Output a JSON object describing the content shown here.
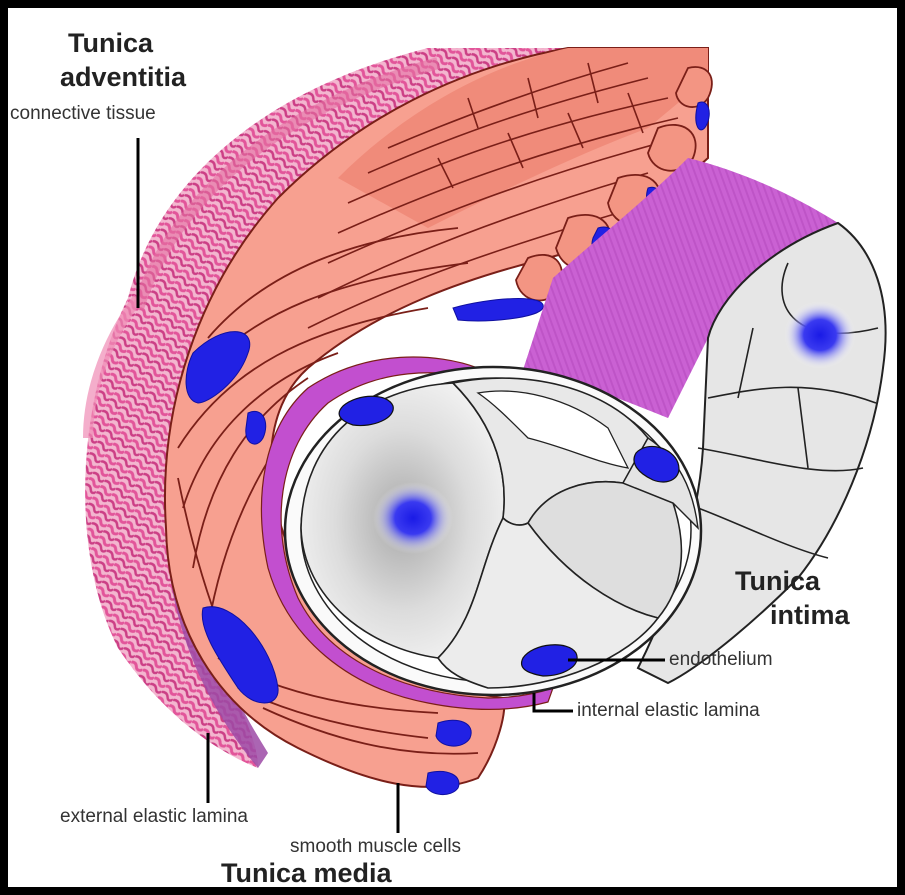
{
  "labels": {
    "adventitia_title_1": "Tunica",
    "adventitia_title_2": "adventitia",
    "connective_tissue": "connective tissue",
    "intima_title_1": "Tunica",
    "intima_title_2": "intima",
    "endothelium": "endothelium",
    "internal_elastic_lamina": "internal elastic lamina",
    "external_elastic_lamina": "external elastic lamina",
    "smooth_muscle_cells": "smooth muscle cells",
    "media_title": "Tunica media"
  },
  "colors": {
    "background": "#000000",
    "panel": "#ffffff",
    "adventitia": "#e4689a",
    "adventitia_light": "#f2a3c2",
    "elastic_band": "#9c4aa6",
    "media": "#f7a090",
    "media_dark": "#e8705e",
    "cell_outline": "#7a1f18",
    "nucleus": "#2020e0",
    "intima_lamina": "#c24fcf",
    "endothelium_fill": "#d9d9d9",
    "endothelium_light": "#f4f4f4"
  }
}
